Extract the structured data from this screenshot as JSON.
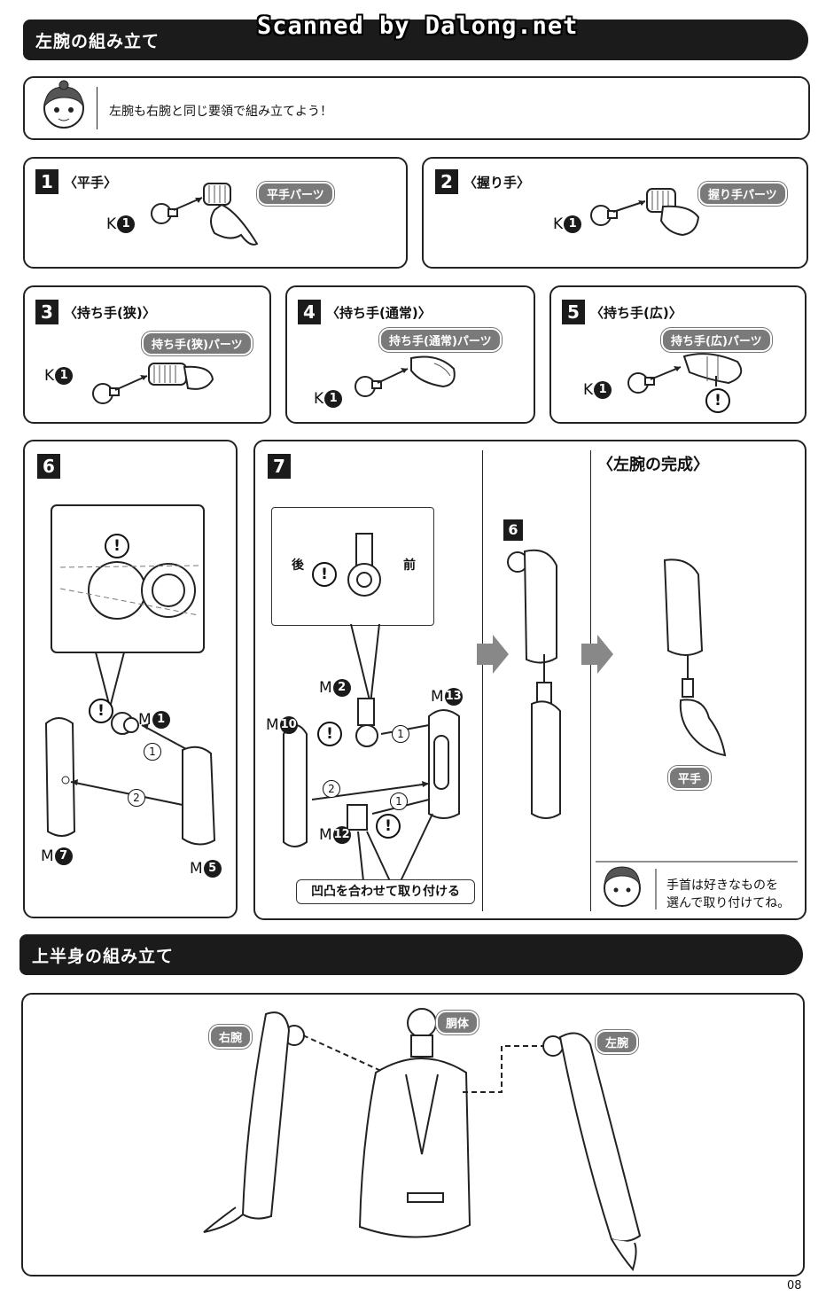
{
  "watermark": "Scanned by Dalong.net",
  "section1": {
    "title": "左腕の組み立て"
  },
  "intro": {
    "text": "左腕も右腕と同じ要領で組み立てよう！"
  },
  "steps": [
    {
      "num": "1",
      "label": "〈平手〉",
      "part_pill": "平手パーツ",
      "ref_letter": "K",
      "ref_num": "1"
    },
    {
      "num": "2",
      "label": "〈握り手〉",
      "part_pill": "握り手パーツ",
      "ref_letter": "K",
      "ref_num": "1"
    },
    {
      "num": "3",
      "label": "〈持ち手(狭)〉",
      "part_pill": "持ち手(狭)パーツ",
      "ref_letter": "K",
      "ref_num": "1"
    },
    {
      "num": "4",
      "label": "〈持ち手(通常)〉",
      "part_pill": "持ち手(通常)パーツ",
      "ref_letter": "K",
      "ref_num": "1"
    },
    {
      "num": "5",
      "label": "〈持ち手(広)〉",
      "part_pill": "持ち手(広)パーツ",
      "ref_letter": "K",
      "ref_num": "1"
    }
  ],
  "step6": {
    "num": "6",
    "parts": {
      "m1": "1",
      "m7": "7",
      "m5": "5"
    },
    "seq": [
      "1",
      "2"
    ],
    "letter": "M"
  },
  "step7": {
    "num": "7",
    "letter": "M",
    "detail": {
      "back": "後",
      "front": "前"
    },
    "parts": {
      "m2": "2",
      "m10": "10",
      "m13": "13",
      "m12": "12"
    },
    "seq": [
      "1",
      "2",
      "1"
    ],
    "note": "凹凸を合わせて取り付ける",
    "sub_num": "6"
  },
  "complete": {
    "title": "〈左腕の完成〉",
    "hand_pill": "平手",
    "note_line1": "手首は好きなものを",
    "note_line2": "選んで取り付けてね。"
  },
  "section2": {
    "title": "上半身の組み立て",
    "labels": {
      "right_arm": "右腕",
      "torso": "胴体",
      "left_arm": "左腕"
    }
  },
  "page_number": "08",
  "symbols": {
    "exclamation": "!"
  }
}
